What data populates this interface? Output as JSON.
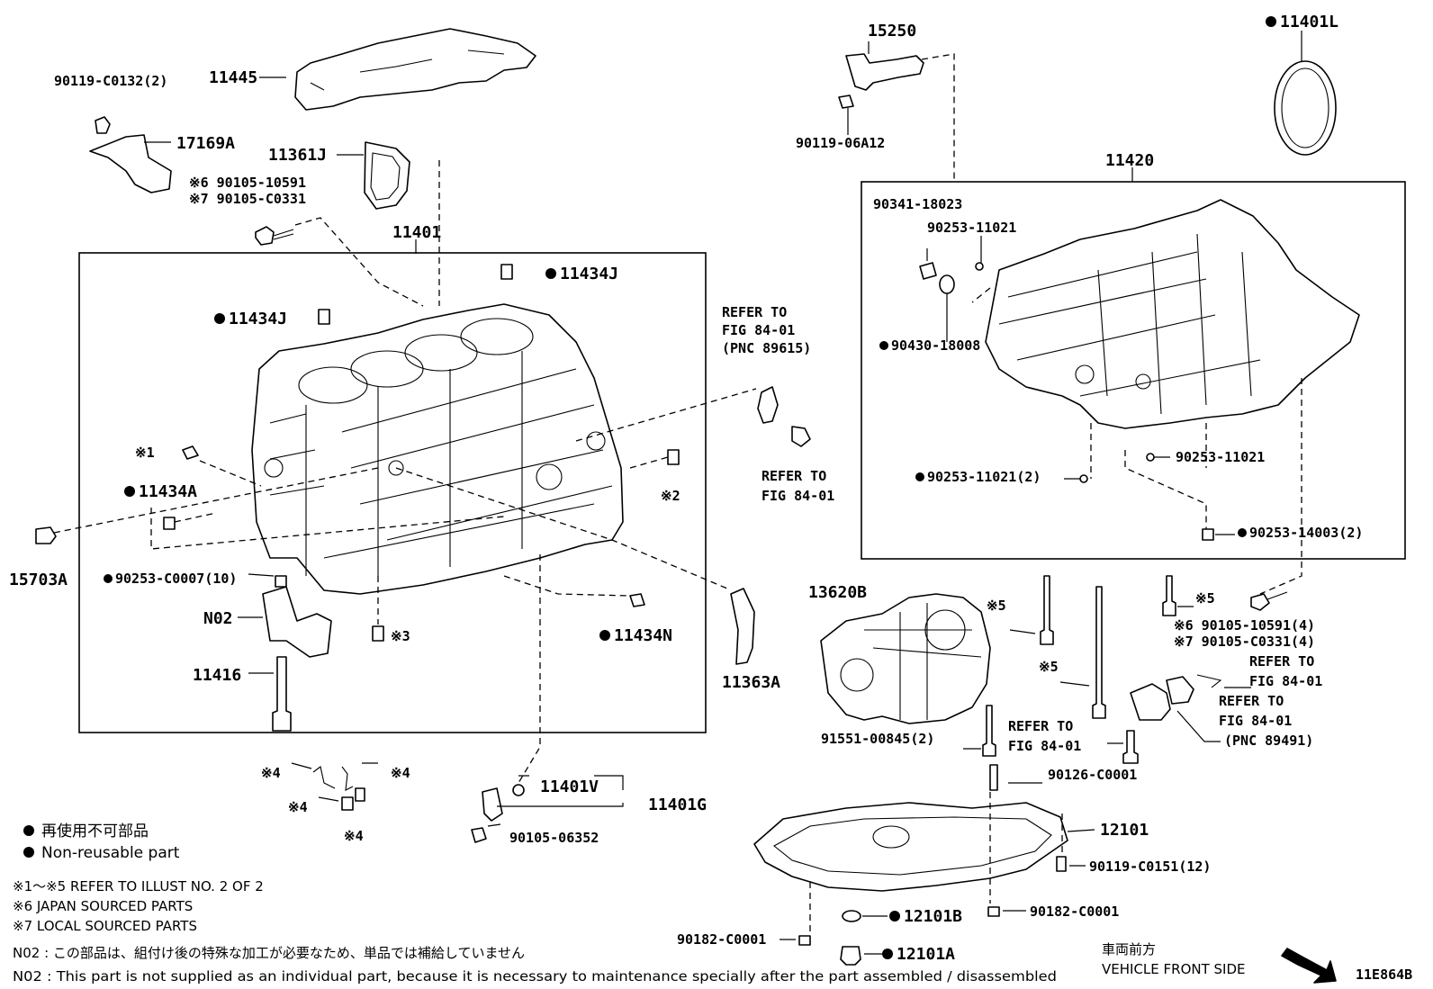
{
  "labels": {
    "p90119_c0132": "90119-C0132(2)",
    "p11445": "11445",
    "p17169a": "17169A",
    "p11361j": "11361J",
    "p90105_10591": "※6 90105-10591",
    "p90105_c0331": "※7 90105-C0331",
    "p11401": "11401",
    "p11434j_top": "11434J",
    "p11434j_mid": "11434J",
    "p_m1": "※1",
    "p11434a": "11434A",
    "p_m2": "※2",
    "p15703a": "15703A",
    "p90253_c0007": "90253-C0007(10)",
    "pn02": "N02",
    "p_m3": "※3",
    "p11434n": "11434N",
    "p11416": "11416",
    "p11363a": "11363A",
    "p15250": "15250",
    "p90119_06a12": "90119-06A12",
    "p11401l": "11401L",
    "p11420": "11420",
    "p90341_18023": "90341-18023",
    "p90253_11021_a": "90253-11021",
    "p90430_18008": "90430-18008",
    "p90253_11021_b": "90253-11021",
    "p90253_11021_2": "90253-11021(2)",
    "p90253_14003": "90253-14003(2)",
    "ref1_l1": "REFER TO",
    "ref1_l2": "FIG 84-01",
    "ref1_l3": "(PNC 89615)",
    "ref2_l1": "REFER TO",
    "ref2_l2": "FIG 84-01",
    "p13620b": "13620B",
    "p_m5_a": "※5",
    "p_m5_b": "※5",
    "p_m5_c": "※5",
    "p90105_10591_4": "※6 90105-10591(4)",
    "p90105_c0331_4": "※7 90105-C0331(4)",
    "ref3_l1": "REFER TO",
    "ref3_l2": "FIG 84-01",
    "ref4_l1": "REFER TO",
    "ref4_l2": "FIG 84-01",
    "ref4_l3": "(PNC 89491)",
    "ref5_l1": "REFER TO",
    "ref5_l2": "FIG 84-01",
    "p91551_00845": "91551-00845(2)",
    "p90126_c0001": "90126-C0001",
    "p_m4_a": "※4",
    "p_m4_b": "※4",
    "p_m4_c": "※4",
    "p_m4_d": "※4",
    "p11401v": "11401V",
    "p11401g": "11401G",
    "p90105_06352": "90105-06352",
    "p12101": "12101",
    "p90119_c0151": "90119-C0151(12)",
    "p90182_c0001_r": "90182-C0001",
    "p90182_c0001_l": "90182-C0001",
    "p12101b": "12101B",
    "p12101a": "12101A"
  },
  "legend": {
    "jp_nonreusable": "再使用不可部品",
    "en_nonreusable": "Non-reusable part",
    "note1": "※1～※5  REFER TO ILLUST NO. 2 OF 2",
    "note6": "※6  JAPAN SOURCED PARTS",
    "note7": "※7  LOCAL SOURCED PARTS",
    "n02_jp": "N02 : この部品は、組付け後の特殊な加工が必要なため、単品では補給していません",
    "n02_en": "N02 : This part is not supplied as an individual part, because it is necessary to maintenance specially after the part assembled / disassembled"
  },
  "direction": {
    "jp": "車両前方",
    "en": "VEHICLE FRONT SIDE"
  },
  "figure_id": "11E864B"
}
